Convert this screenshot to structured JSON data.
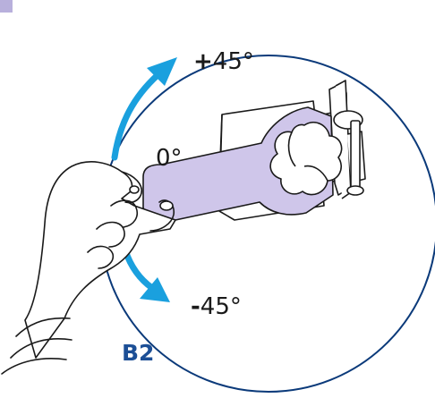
{
  "labels": {
    "plus_sign": "+",
    "plus_value": "45°",
    "zero": "0°",
    "minus_sign": "-",
    "minus_value": "45°",
    "step": "B2"
  },
  "colors": {
    "circle_outline": "#0b3a7a",
    "arrow": "#1aa0de",
    "handle_fill": "#cfc6ea",
    "line": "#1a1a1a",
    "step_label": "#1c4f96",
    "corner_tab": "#b8b0dc"
  },
  "icons": {
    "rotation_arrow_up": "arrow-rotate-up",
    "rotation_arrow_down": "arrow-rotate-down"
  }
}
